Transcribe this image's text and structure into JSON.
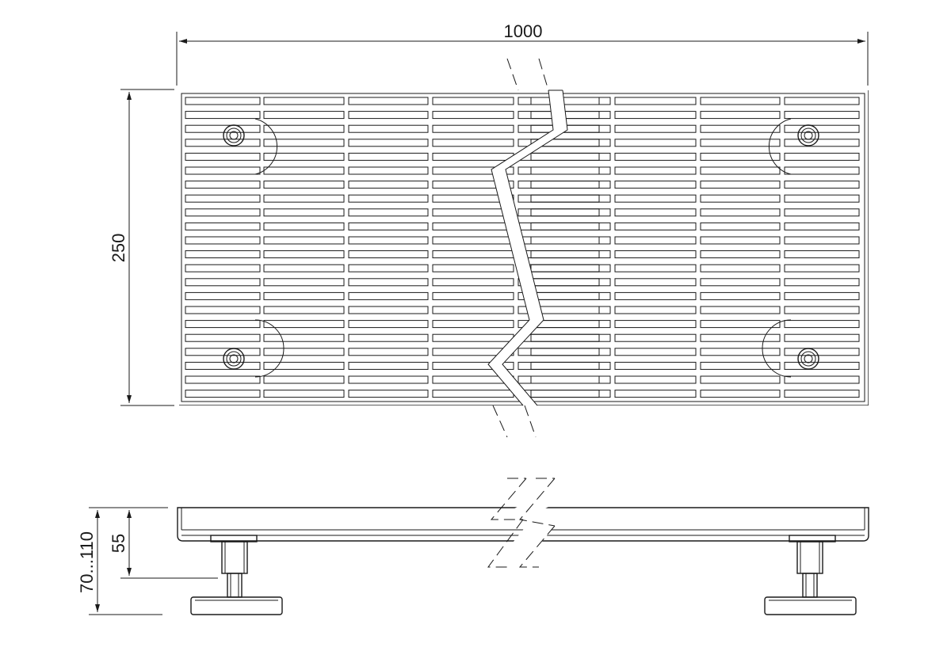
{
  "dimensions": {
    "length": "1000",
    "width": "250",
    "frame_height": "55",
    "total_height_range": "70...110"
  },
  "line_color": "#1a1a1a",
  "background": "#ffffff"
}
